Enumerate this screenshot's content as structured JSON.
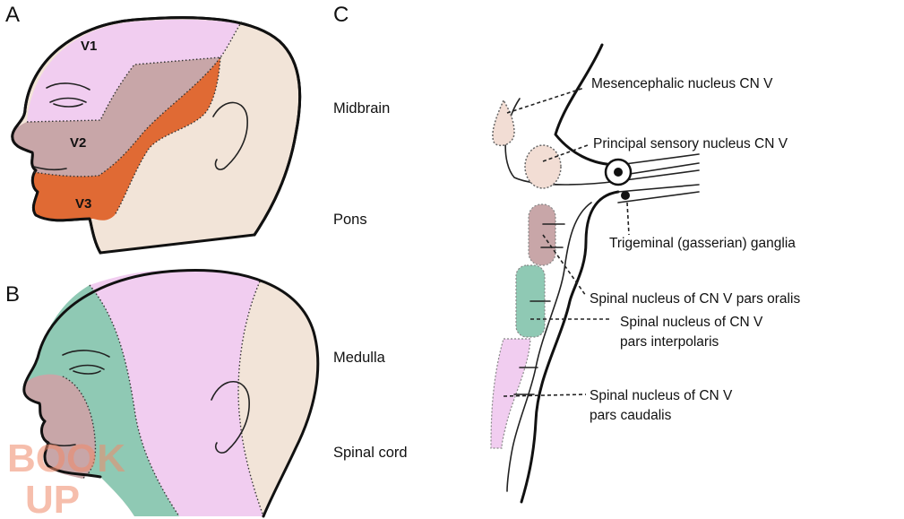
{
  "panels": {
    "a": {
      "letter": "A",
      "regions": [
        "V1",
        "V2",
        "V3"
      ]
    },
    "b": {
      "letter": "B"
    },
    "c": {
      "letter": "C",
      "levels": [
        "Midbrain",
        "Pons",
        "Medulla",
        "Spinal cord"
      ],
      "callouts": {
        "mesencephalic": "Mesencephalic nucleus CN V",
        "principal": "Principal sensory nucleus CN V",
        "ganglia": "Trigeminal (gasserian) ganglia",
        "oralis": "Spinal nucleus of CN V pars oralis",
        "interpolaris_1": "Spinal nucleus of CN V",
        "interpolaris_2": "pars interpolaris",
        "caudalis_1": "Spinal nucleus of CN V",
        "caudalis_2": "pars caudalis"
      }
    }
  },
  "watermark": {
    "line1": "BOOK",
    "line2": "UP"
  },
  "colors": {
    "skin": "#f2e4d8",
    "v1": "#f1cdf0",
    "v2": "#c8a6a8",
    "v3": "#e06a34",
    "teal": "#8fc9b4",
    "outline": "#111111",
    "watermark": "#f08a6a"
  }
}
